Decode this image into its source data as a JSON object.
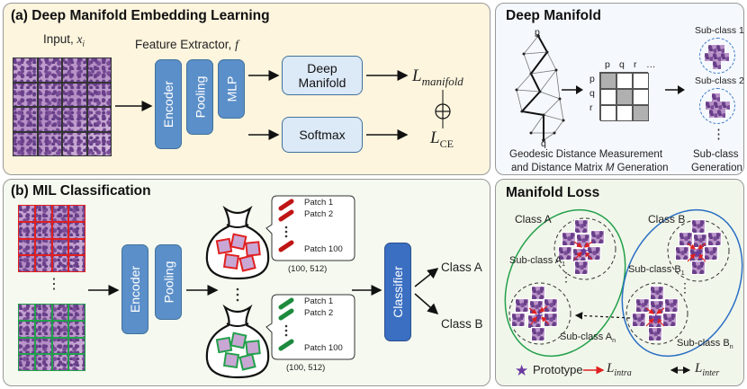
{
  "panel_a": {
    "title": "(a) Deep Manifold Embedding Learning",
    "input_label": "Input,",
    "input_var": "x",
    "input_sub": "i",
    "extractor_label": "Feature Extractor,",
    "extractor_var": "f",
    "encoder": "Encoder",
    "pooling": "Pooling",
    "mlp": "MLP",
    "deep_manifold_line1": "Deep",
    "deep_manifold_line2": "Manifold",
    "softmax": "Softmax",
    "loss_manifold_L": "L",
    "loss_manifold_sub": "manifold",
    "loss_ce_L": "L",
    "loss_ce_sub": "CE"
  },
  "panel_dm": {
    "title": "Deep Manifold",
    "node_p": "p",
    "node_q": "q",
    "matrix_cols": [
      "p",
      "q",
      "r",
      "…"
    ],
    "matrix_rows": [
      "p",
      "q",
      "r"
    ],
    "caption_line1": "Geodesic Distance Measurement",
    "caption_line2_pre": "and Distance Matrix",
    "caption_line2_var": "M",
    "caption_line2_post": "Generation",
    "subclass1": "Sub-class 1",
    "subclass2": "Sub-class 2",
    "vdots": "⋮",
    "subclass_gen_line1": "Sub-class",
    "subclass_gen_line2": "Generation"
  },
  "panel_b": {
    "title": "(b) MIL Classification",
    "encoder": "Encoder",
    "pooling": "Pooling",
    "classifier": "Classifier",
    "patches_top": [
      "Patch 1",
      "Patch 2",
      "Patch 100"
    ],
    "patches_bottom": [
      "Patch 1",
      "Patch 2",
      "Patch 100"
    ],
    "shape_top": "(100, 512)",
    "shape_bottom": "(100, 512)",
    "class_a": "Class A",
    "class_b": "Class B",
    "vdots": "⋮"
  },
  "panel_ml": {
    "title": "Manifold Loss",
    "class_a": "Class A",
    "class_b": "Class B",
    "sub_a1": "Sub-class A",
    "sub_a1_sub": "1",
    "sub_an": "Sub-class A",
    "sub_an_sub": "n",
    "sub_b1": "Sub-class B",
    "sub_b1_sub": "1",
    "sub_bn": "Sub-class B",
    "sub_bn_sub": "n",
    "legend_prototype": "Prototype",
    "legend_intra_L": "L",
    "legend_intra_sub": "intra",
    "legend_inter_L": "L",
    "legend_inter_sub": "inter",
    "vdots": "⋮"
  },
  "colors": {
    "panel_a_bg": "#fdf5de",
    "panel_dm_bg": "#f5f8fd",
    "panel_b_bg": "#f5f9ef",
    "panel_ml_bg": "#f1f6ea",
    "box_blue": "#5b8fc9",
    "box_light": "#dce9f7",
    "classifier": "#3a6fc2",
    "red": "#e02020",
    "green": "#22a04b",
    "prototype": "#6a3aa0"
  }
}
